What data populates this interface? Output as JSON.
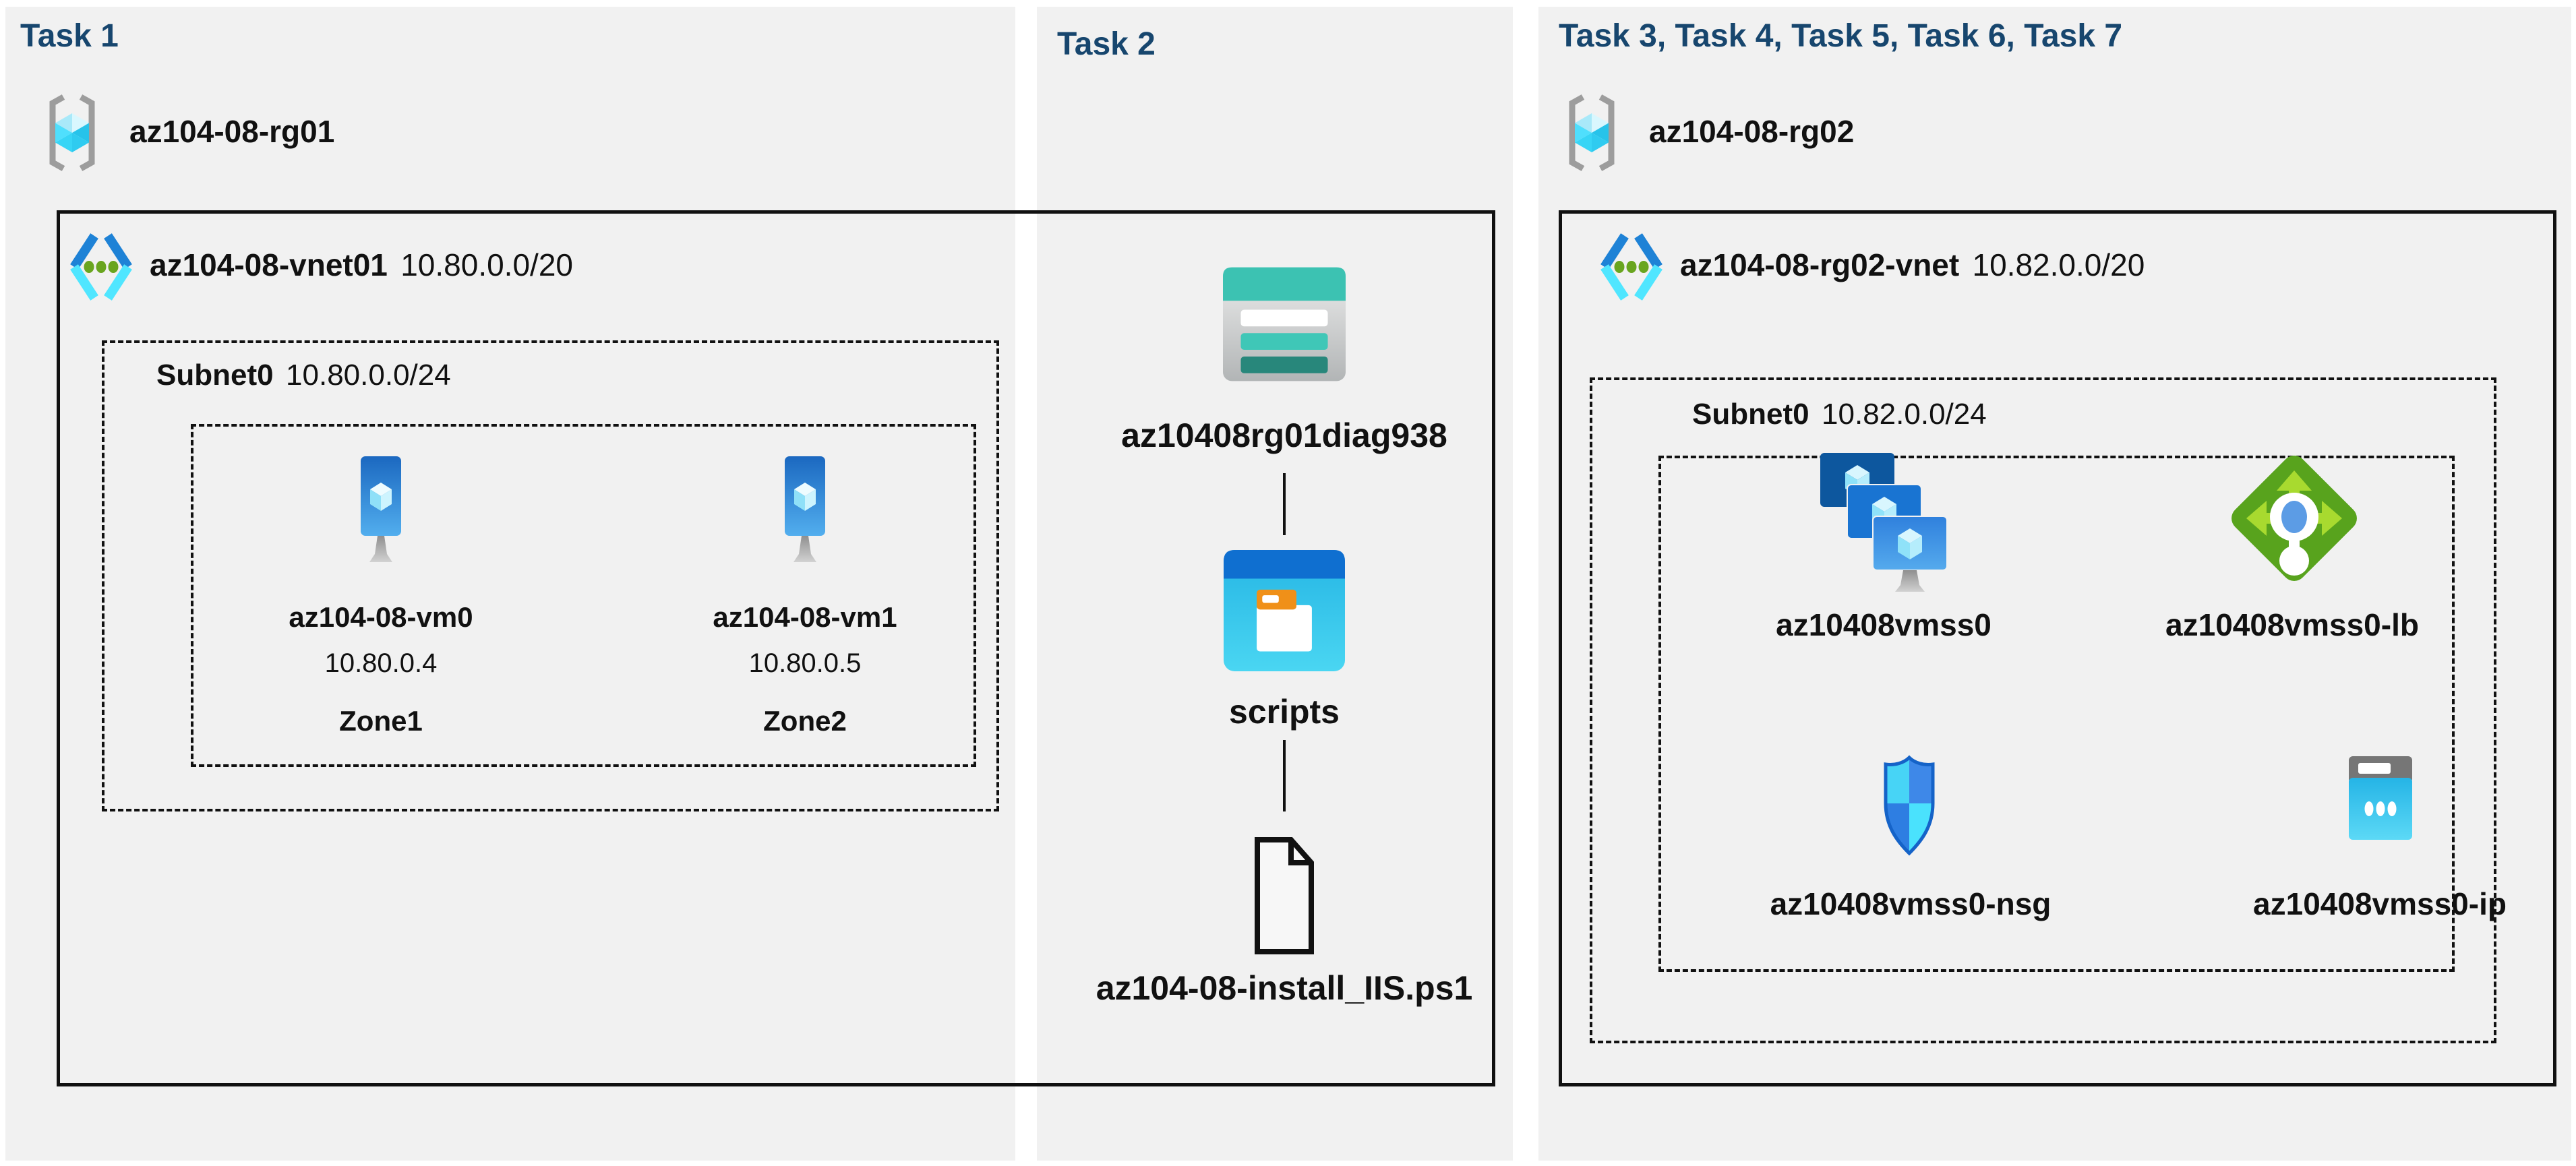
{
  "colors": {
    "page_bg": "#ffffff",
    "panel_bg": "#f1f1f1",
    "header_text": "#17466e",
    "label_text": "#111111",
    "box_border": "#111111",
    "storage_teal": "#3cc2b2",
    "container_blue": "#0f6fd0",
    "load_balancer_green": "#58a31d",
    "nsg_outline_blue": "#1563c8",
    "public_ip_cyan": "#2fc0ea",
    "vm_blue": "#1b68c0",
    "vnet_chevron_blue": "#1e82d6",
    "vnet_chevron_cyan": "#50e6ff",
    "vnet_dot_green": "#69a51f",
    "bracket_gray": "#9d9d9d"
  },
  "task1": {
    "header": "Task 1",
    "resource_group": "az104-08-rg01",
    "resource_group_icon": "resource-group-icon",
    "vnet": {
      "name": "az104-08-vnet01",
      "cidr": "10.80.0.0/20",
      "icon": "virtual-network-icon"
    },
    "subnet": {
      "name": "Subnet0",
      "cidr": "10.80.0.0/24"
    },
    "vms": [
      {
        "name": "az104-08-vm0",
        "ip": "10.80.0.4",
        "zone": "Zone1",
        "icon": "virtual-machine-icon"
      },
      {
        "name": "az104-08-vm1",
        "ip": "10.80.0.5",
        "zone": "Zone2",
        "icon": "virtual-machine-icon"
      }
    ]
  },
  "task2": {
    "header": "Task 2",
    "storage_account": {
      "name": "az10408rg01diag938",
      "icon": "storage-account-icon"
    },
    "container": {
      "name": "scripts",
      "icon": "blob-container-icon"
    },
    "file": {
      "name": "az104-08-install_IIS.ps1",
      "icon": "file-icon"
    }
  },
  "task3": {
    "header": "Task 3, Task 4, Task 5, Task 6, Task 7",
    "resource_group": "az104-08-rg02",
    "resource_group_icon": "resource-group-icon",
    "vnet": {
      "name": "az104-08-rg02-vnet",
      "cidr": "10.82.0.0/20",
      "icon": "virtual-network-icon"
    },
    "subnet": {
      "name": "Subnet0",
      "cidr": "10.82.0.0/24"
    },
    "resources": [
      {
        "name": "az10408vmss0",
        "icon": "vmss-icon"
      },
      {
        "name": "az10408vmss0-lb",
        "icon": "load-balancer-icon"
      },
      {
        "name": "az10408vmss0-nsg",
        "icon": "network-security-group-icon"
      },
      {
        "name": "az10408vmss0-ip",
        "icon": "public-ip-icon"
      }
    ]
  }
}
